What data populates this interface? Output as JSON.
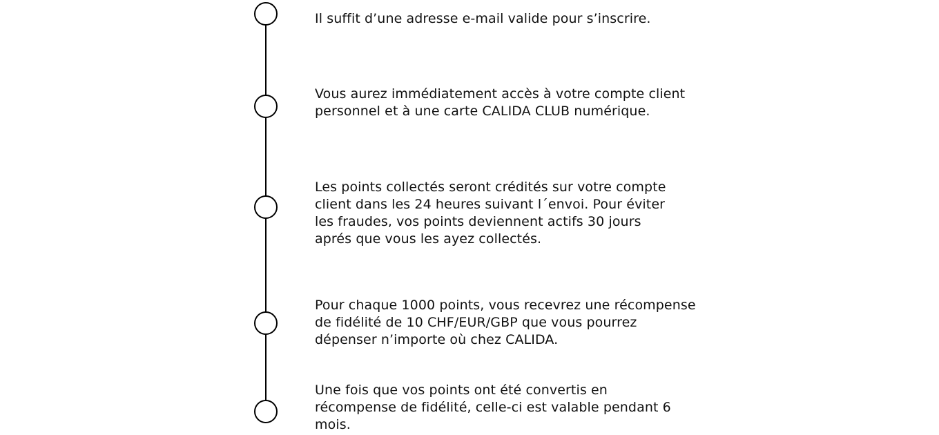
{
  "steps": [
    {
      "text": "Il suffit d’une adresse e-mail valide pour s’inscrire."
    },
    {
      "text": "Vous aurez immédiatement accès à votre compte client\npersonnel et à une carte CALIDA CLUB numérique."
    },
    {
      "text": "Les points collectés seront crédités sur votre compte\nclient dans les 24 heures suivant l´envoi. Pour éviter\nles fraudes, vos points deviennent actifs 30 jours\naprés que vous les ayez collectés."
    },
    {
      "text": "Pour chaque 1000 points, vous recevrez une récompense\nde fidélité de 10 CHF/EUR/GBP que vous pourrez\ndépenser n’importe où chez CALIDA."
    },
    {
      "text": "Une fois que vos points ont été convertis en\nrécompense de fidélité, celle-ci est valable pendant 6\nmois."
    }
  ],
  "colors": {
    "line": "#000000",
    "text": "#111111",
    "background": "#ffffff"
  }
}
